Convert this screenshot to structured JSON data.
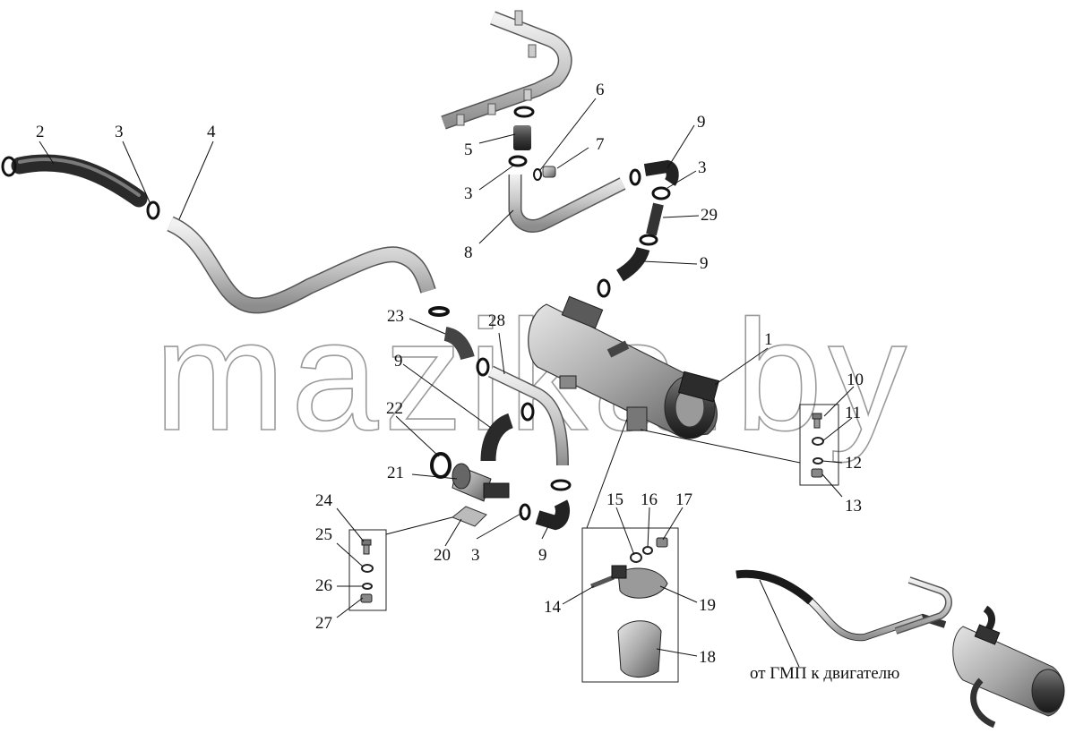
{
  "watermark": "mazika.by",
  "caption": "от ГМП к двигателю",
  "callouts": [
    {
      "id": "c1",
      "label": "1"
    },
    {
      "id": "c2",
      "label": "2"
    },
    {
      "id": "c3a",
      "label": "3"
    },
    {
      "id": "c3b",
      "label": "3"
    },
    {
      "id": "c3c",
      "label": "3"
    },
    {
      "id": "c3d",
      "label": "3"
    },
    {
      "id": "c4",
      "label": "4"
    },
    {
      "id": "c5",
      "label": "5"
    },
    {
      "id": "c6",
      "label": "6"
    },
    {
      "id": "c7",
      "label": "7"
    },
    {
      "id": "c8",
      "label": "8"
    },
    {
      "id": "c9a",
      "label": "9"
    },
    {
      "id": "c9b",
      "label": "9"
    },
    {
      "id": "c9c",
      "label": "9"
    },
    {
      "id": "c9d",
      "label": "9"
    },
    {
      "id": "c10",
      "label": "10"
    },
    {
      "id": "c11",
      "label": "11"
    },
    {
      "id": "c12",
      "label": "12"
    },
    {
      "id": "c13",
      "label": "13"
    },
    {
      "id": "c14",
      "label": "14"
    },
    {
      "id": "c15",
      "label": "15"
    },
    {
      "id": "c16",
      "label": "16"
    },
    {
      "id": "c17",
      "label": "17"
    },
    {
      "id": "c18",
      "label": "18"
    },
    {
      "id": "c19",
      "label": "19"
    },
    {
      "id": "c20",
      "label": "20"
    },
    {
      "id": "c21",
      "label": "21"
    },
    {
      "id": "c22",
      "label": "22"
    },
    {
      "id": "c23",
      "label": "23"
    },
    {
      "id": "c24",
      "label": "24"
    },
    {
      "id": "c25",
      "label": "25"
    },
    {
      "id": "c26",
      "label": "26"
    },
    {
      "id": "c27",
      "label": "27"
    },
    {
      "id": "c28",
      "label": "28"
    },
    {
      "id": "c29",
      "label": "29"
    }
  ]
}
